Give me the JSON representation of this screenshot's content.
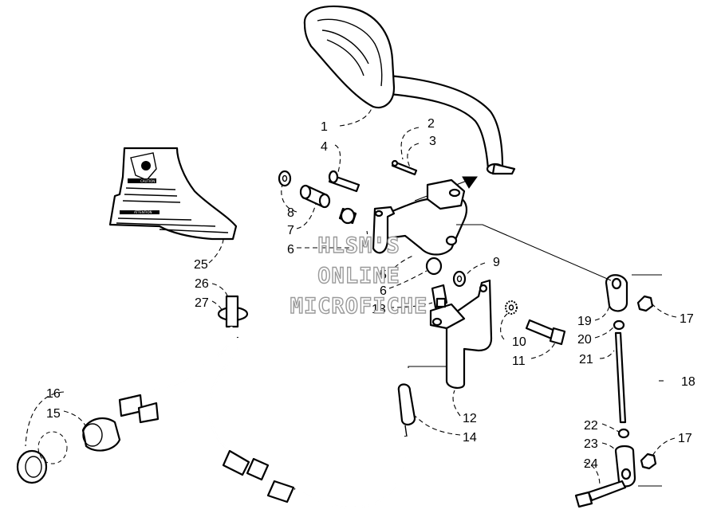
{
  "watermark": {
    "line1": "HLSM'S",
    "line2": "ONLINE",
    "line3": "MICROFICHE"
  },
  "decal": {
    "heading1": "CAUTION",
    "heading2": "ATTENTION"
  },
  "callouts": {
    "c1": "1",
    "c2": "2",
    "c3": "3",
    "c4": "4",
    "c5": "5",
    "c6a": "6",
    "c6b": "6",
    "c7": "7",
    "c8": "8",
    "c9": "9",
    "c10": "10",
    "c11": "11",
    "c12": "12",
    "c13": "13",
    "c14": "14",
    "c15": "15",
    "c16": "16",
    "c17a": "17",
    "c17b": "17",
    "c18": "18",
    "c19": "19",
    "c20": "20",
    "c21": "21",
    "c22": "22",
    "c23": "23",
    "c24": "24",
    "c25": "25",
    "c26": "26",
    "c27": "27"
  }
}
